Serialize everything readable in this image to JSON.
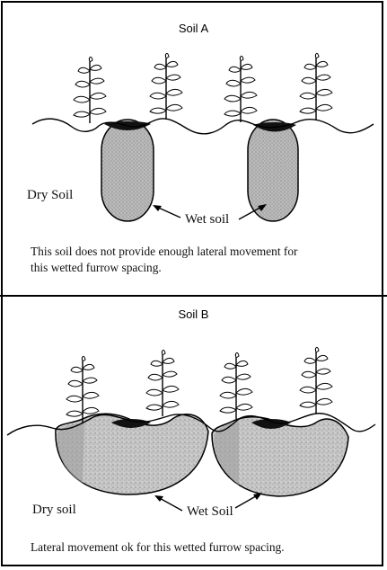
{
  "soil_a": {
    "title": "Soil A",
    "dry_label": "Dry Soil",
    "wet_label": "Wet soil",
    "caption_line1": "This soil does not provide enough lateral movement for",
    "caption_line2": "this wetted furrow spacing."
  },
  "soil_b": {
    "title": "Soil B",
    "dry_label": "Dry soil",
    "wet_label": "Wet Soil",
    "caption": "Lateral movement ok for this wetted furrow spacing."
  }
}
